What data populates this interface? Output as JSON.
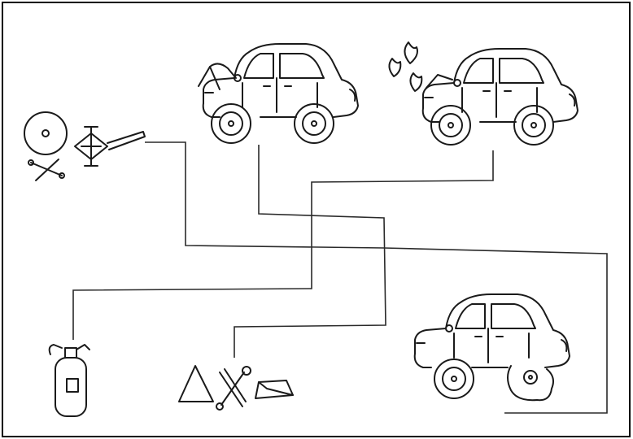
{
  "items": [
    {
      "id": "car-hood-open",
      "icon": "car-hood-open-icon"
    },
    {
      "id": "car-engine-fire",
      "icon": "car-engine-fire-icon"
    },
    {
      "id": "car-flat-tire",
      "icon": "car-flat-tire-icon"
    },
    {
      "id": "tire-jack-wrench",
      "icon": "tire-jack-wrench-icon"
    },
    {
      "id": "fire-extinguisher",
      "icon": "fire-extinguisher-icon"
    },
    {
      "id": "warning-triangle-tools",
      "icon": "warning-triangle-tools-icon"
    }
  ],
  "connections": [
    {
      "from": "tire-jack-wrench",
      "to": "car-flat-tire"
    },
    {
      "from": "car-hood-open",
      "to": "warning-triangle-tools"
    },
    {
      "from": "car-engine-fire",
      "to": "fire-extinguisher"
    }
  ]
}
